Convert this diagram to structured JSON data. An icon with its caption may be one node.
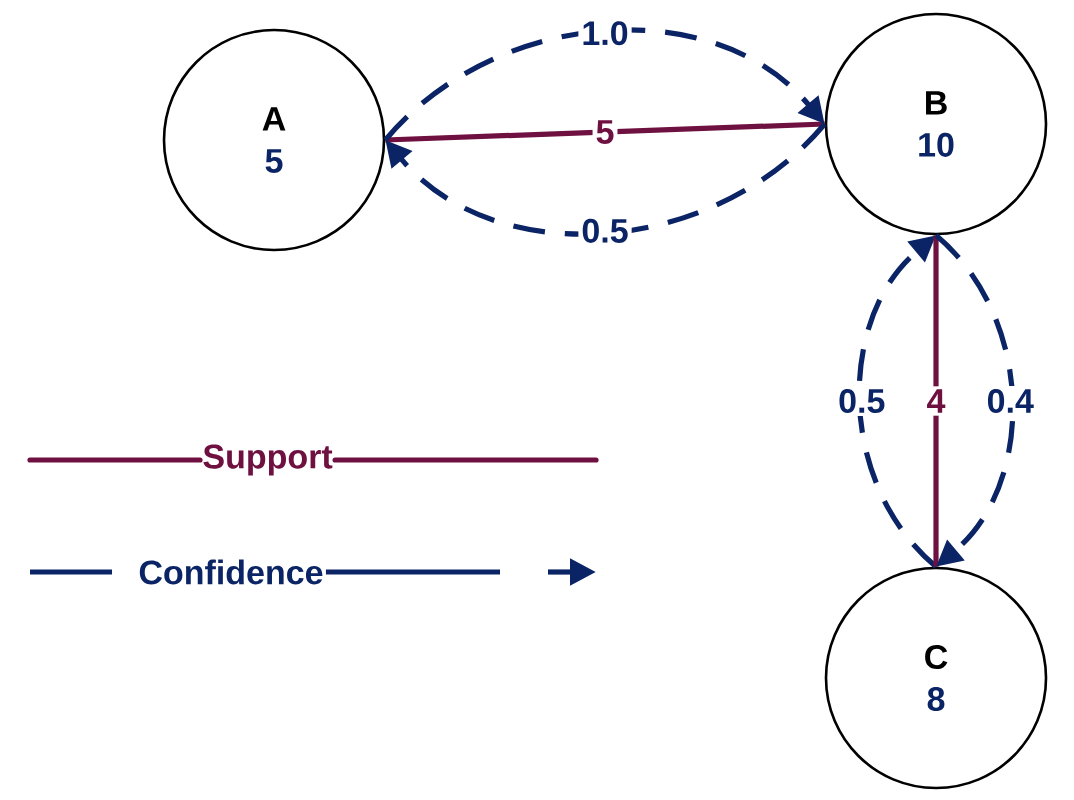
{
  "diagram": {
    "nodes": [
      {
        "text": [
          "A",
          "5"
        ]
      },
      {
        "text": [
          "B",
          "10"
        ]
      },
      {
        "text": [
          "C",
          "8"
        ]
      }
    ],
    "edges": [
      {
        "from": 0,
        "to": 1,
        "arrow": "none",
        "label": "5",
        "color": "#6e1040"
      },
      {
        "from": 0,
        "to": 1,
        "arrow": "to",
        "label": "1.0",
        "style": "dashed"
      },
      {
        "from": 1,
        "to": 0,
        "arrow": "to",
        "label": "0.5",
        "style": "dashed"
      },
      {
        "from": 2,
        "to": 1,
        "arrow": "to",
        "label": "0.5",
        "style": "dashed"
      },
      {
        "from": 1,
        "to": 2,
        "arrow": "none",
        "label": "4",
        "color": "#6e1040"
      },
      {
        "from": 1,
        "to": 2,
        "arrow": "to",
        "label": "0.4",
        "style": "dashed"
      }
    ],
    "legend": [
      {
        "text": "Support"
      },
      {
        "text": "Confidence"
      }
    ]
  }
}
